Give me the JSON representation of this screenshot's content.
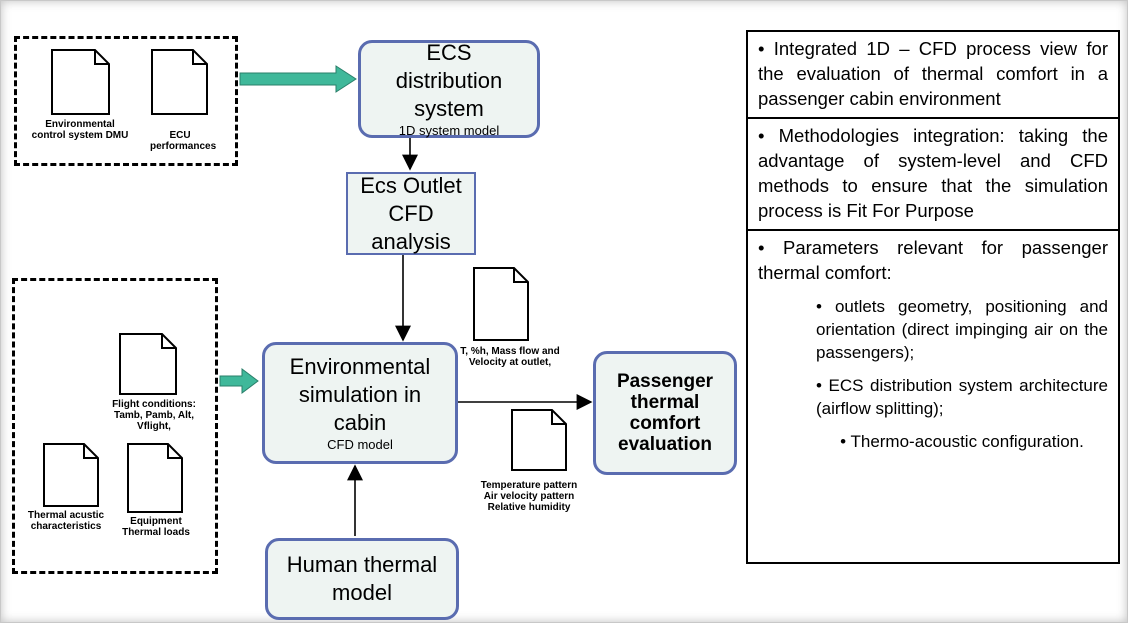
{
  "left_group_top": {
    "doc1_label": "Environmental control system DMU",
    "doc2_label": "ECU performances"
  },
  "left_group_bottom": {
    "doc_flight_label": "Flight conditions: Tamb, Pamb, Alt, Vflight,",
    "doc_thermal_label": "Thermal acustic characteristics",
    "doc_equipment_label": "Equipment Thermal loads"
  },
  "boxes": {
    "ecs_distribution_title": "ECS distribution system",
    "ecs_distribution_sub": "1D system model",
    "ecs_outlet_title": "Ecs Outlet CFD analysis",
    "env_sim_title": "Environmental simulation in cabin",
    "env_sim_sub": "CFD model",
    "human_thermal_title": "Human thermal model",
    "passenger_eval_title": "Passenger thermal comfort evaluation"
  },
  "docs": {
    "outlet_params_label": "T, %h, Mass flow and Velocity at outlet,",
    "patterns_label": "Temperature pattern Air velocity pattern Relative humidity"
  },
  "panel": {
    "section1": "• Integrated 1D – CFD process view for the evaluation of thermal comfort in a passenger cabin environment",
    "section2": "• Methodologies integration: taking the advantage of system-level and CFD methods to ensure that the simulation process is Fit For Purpose",
    "section3_intro": "• Parameters relevant for passenger thermal comfort:",
    "section3_items": [
      "• outlets geometry, positioning and orientation (direct impinging air on the passengers);",
      "• ECS distribution system architecture (airflow splitting);",
      "• Thermo-acoustic configuration."
    ]
  },
  "colors": {
    "box_border": "#5a6cb0",
    "box_fill": "#eef4f2",
    "block_arrow": "#3fb89a"
  }
}
